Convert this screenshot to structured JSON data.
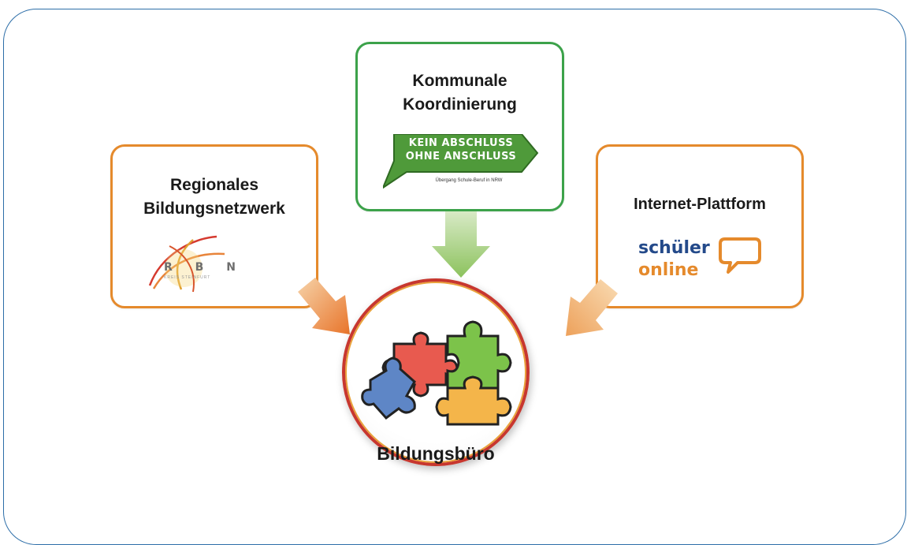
{
  "nodes": {
    "left": {
      "title_line1": "Regionales",
      "title_line2": "Bildungsnetzwerk",
      "logo_text": "R B N",
      "logo_subtext": "KREIS STEINFURT"
    },
    "top": {
      "title_line1": "Kommunale",
      "title_line2": "Koordinierung",
      "logo_line1": "KEIN ABSCHLUSS",
      "logo_line2": "OHNE ANSCHLUSS",
      "logo_caption": "Übergang Schule-Beruf in NRW"
    },
    "right": {
      "title": "Internet-Plattform",
      "logo_line1": "schüler",
      "logo_line2": "online"
    },
    "center": {
      "label": "Bildungsbüro"
    }
  },
  "colors": {
    "frame": "#2d6ea8",
    "orange": "#e58a2c",
    "green": "#3ca24a",
    "navy": "#244a8a",
    "circle_border": "#c7372f"
  },
  "icons": [
    "puzzle-icon",
    "speech-bubble-icon",
    "arrow-icon"
  ]
}
